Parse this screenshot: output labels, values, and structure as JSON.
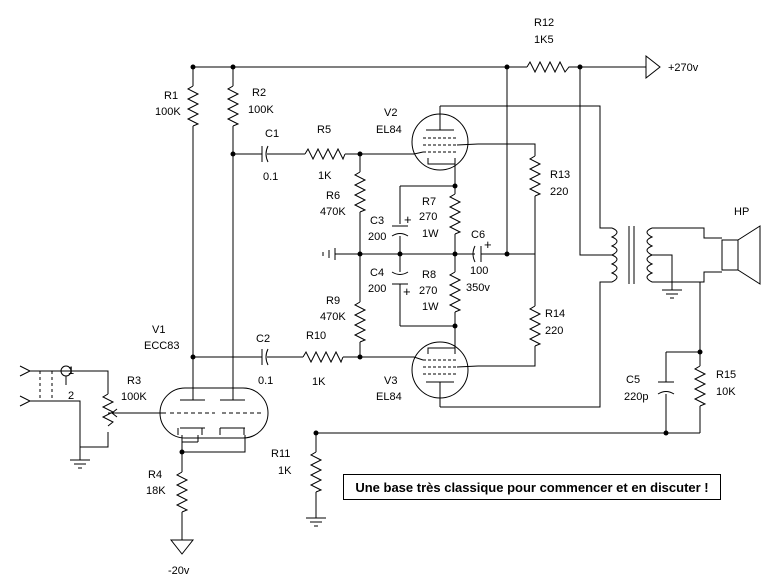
{
  "supply": {
    "positive": "+270v",
    "negative": "-20v"
  },
  "speaker": "HP",
  "note": "Une base très classique pour commencer et en discuter !",
  "input_pins": [
    "1",
    "2"
  ],
  "components": {
    "R1": {
      "ref": "R1",
      "value": "100K"
    },
    "R2": {
      "ref": "R2",
      "value": "100K"
    },
    "R3": {
      "ref": "R3",
      "value": "100K"
    },
    "R4": {
      "ref": "R4",
      "value": "18K"
    },
    "R5": {
      "ref": "R5",
      "value": "1K"
    },
    "R6": {
      "ref": "R6",
      "value": "470K"
    },
    "R7": {
      "ref": "R7",
      "value": "270",
      "value2": "1W"
    },
    "R8": {
      "ref": "R8",
      "value": "270",
      "value2": "1W"
    },
    "R9": {
      "ref": "R9",
      "value": "470K"
    },
    "R10": {
      "ref": "R10",
      "value": "1K"
    },
    "R11": {
      "ref": "R11",
      "value": "1K"
    },
    "R12": {
      "ref": "R12",
      "value": "1K5"
    },
    "R13": {
      "ref": "R13",
      "value": "220"
    },
    "R14": {
      "ref": "R14",
      "value": "220"
    },
    "R15": {
      "ref": "R15",
      "value": "10K"
    },
    "C1": {
      "ref": "C1",
      "value": "0.1"
    },
    "C2": {
      "ref": "C2",
      "value": "0.1"
    },
    "C3": {
      "ref": "C3",
      "value": "200"
    },
    "C4": {
      "ref": "C4",
      "value": "200"
    },
    "C5": {
      "ref": "C5",
      "value": "220p"
    },
    "C6": {
      "ref": "C6",
      "value": "100",
      "value2": "350v"
    },
    "V1": {
      "ref": "V1",
      "value": "ECC83"
    },
    "V2": {
      "ref": "V2",
      "value": "EL84"
    },
    "V3": {
      "ref": "V3",
      "value": "EL84"
    }
  }
}
